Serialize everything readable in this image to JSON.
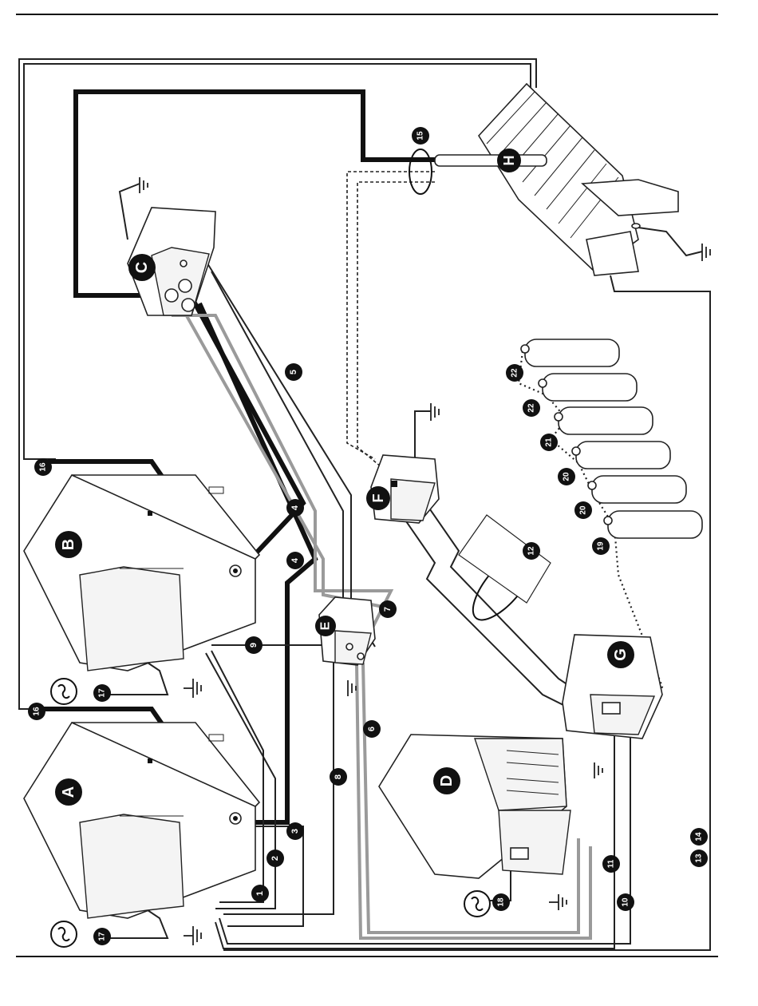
{
  "units": [
    {
      "id": "A",
      "label": "A"
    },
    {
      "id": "B",
      "label": "B"
    },
    {
      "id": "C",
      "label": "C"
    },
    {
      "id": "D",
      "label": "D"
    },
    {
      "id": "E",
      "label": "E"
    },
    {
      "id": "F",
      "label": "F"
    },
    {
      "id": "G",
      "label": "G"
    },
    {
      "id": "H",
      "label": "H"
    }
  ],
  "callouts": [
    "1",
    "2",
    "3",
    "4",
    "4",
    "5",
    "6",
    "7",
    "8",
    "9",
    "10",
    "11",
    "12",
    "13",
    "14",
    "15",
    "16",
    "16",
    "17",
    "17",
    "18",
    "19",
    "20",
    "20",
    "21",
    "22",
    "22"
  ],
  "colors": {
    "line": "#111111",
    "gray_cable": "#9a9a9a",
    "badge": "#111111",
    "background": "#ffffff"
  },
  "icons": [
    "ac-power-source-icon",
    "ground-symbol-icon",
    "gas-cylinder-icon"
  ]
}
